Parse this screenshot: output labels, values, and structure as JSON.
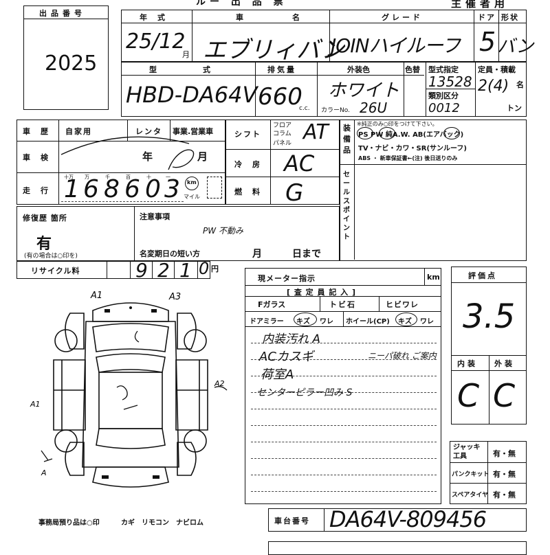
{
  "header": {
    "lot_label": "出品番号",
    "lot_number": "2025",
    "top_banner": "ルー 出 品 票",
    "owner_label": "主催者用"
  },
  "vehicle": {
    "year_label": "年　式",
    "year_value": "25/12",
    "year_suffix": "月",
    "name_label": "車　名",
    "name_value": "エブリィバン",
    "grade_label": "グレード",
    "grade_value": "JOINハイルーフ",
    "door_label": "ドア",
    "door_value": "5",
    "shape_label": "形状",
    "shape_value": "バン",
    "model_label": "型　式",
    "model_value": "HBD-DA64V",
    "displacement_label": "排気量",
    "displacement_value": "660",
    "displacement_unit": "c.c.",
    "exterior_color_label": "外装色",
    "exterior_color_value": "ホワイト",
    "color_no_label": "カラーNo.",
    "color_no_value": "26U",
    "color_change_label": "色替",
    "model_code_label": "型式指定",
    "model_code_value": "13528",
    "class_label": "類別区分",
    "class_value": "0012",
    "capacity_label": "定員・積載",
    "capacity_value": "2(4)",
    "capacity_unit_1": "名",
    "capacity_unit_2": "トン"
  },
  "history": {
    "history_label": "車　歴",
    "private_label": "自家用",
    "rental_label": "レンタ",
    "business_label": "事業.営業車",
    "inspection_label": "車　検",
    "inspection_year": "年",
    "inspection_month": "月",
    "mileage_label": "走　行",
    "digit_labels": [
      "十万",
      "万",
      "千",
      "百",
      "十",
      "一"
    ],
    "mileage_digits": [
      "1",
      "6",
      "8",
      "6",
      "0",
      "3"
    ],
    "km_label": "km",
    "mile_label": "マイル",
    "shift_label": "シフト",
    "shift_options": [
      "フロア",
      "コラム",
      "パネル"
    ],
    "shift_value": "AT",
    "ac_label": "冷　房",
    "ac_value": "AC",
    "fuel_label": "燃　料",
    "fuel_value": "G"
  },
  "equipment": {
    "label": "装備品",
    "note": "※純正のみ○印をつけて下さい。",
    "row1": "PS  PW  純A.W.  AB(エアバック)",
    "row2": "TV・ナビ・カワ・SR(サンルーフ)",
    "row3": "ABS ・ 新車保証書←(注) 後日送りのみ",
    "sales_point_label": "セールスポイント"
  },
  "repair": {
    "label": "修復歴 箇所",
    "value": "有",
    "note": "(有の場合は○印を)",
    "caution_label": "注意事項",
    "caution_value": "PW 不動み",
    "deadline_label": "名変期日の短い方",
    "month_label": "月",
    "day_label": "日まで"
  },
  "recycle": {
    "label": "リサイクル料",
    "digits": [
      "9",
      "2",
      "1",
      "0"
    ],
    "unit": "円"
  },
  "inspector": {
    "meter_label": "現メーター指示",
    "meter_unit": "km",
    "entry_label": "[ 査 定 員 記 入 ]",
    "f_glass": "Fガラス",
    "stone": "トビ石",
    "crack": "ヒビワレ",
    "mirror": "ドアミラー",
    "scratch": "キズ",
    "crack2": "ワレ",
    "wheel": "ホイール(CP)",
    "notes": [
      "内装汚れ A",
      "ACカスギ",
      "荷室A",
      "センターピラー凹み S"
    ],
    "side_note": "ニーパ破れ ご案内"
  },
  "grade_box": {
    "label": "評価点",
    "score": "3.5",
    "interior_label": "内装",
    "exterior_label": "外装",
    "interior_value": "C",
    "exterior_value": "C"
  },
  "tools": {
    "jack_label": "ジャッキ工具",
    "puncture_label": "パンクキット",
    "spare_label": "スペアタイヤ",
    "option": "有・無"
  },
  "chassis": {
    "label": "車台番号",
    "value": "DA64V-809456"
  },
  "footer": {
    "office_note": "事務局預り品は○印",
    "items": "カギ　リモコン　ナビロム"
  },
  "diagram": {
    "marks": [
      "A1",
      "A3",
      "A2",
      "A1",
      "A"
    ]
  }
}
